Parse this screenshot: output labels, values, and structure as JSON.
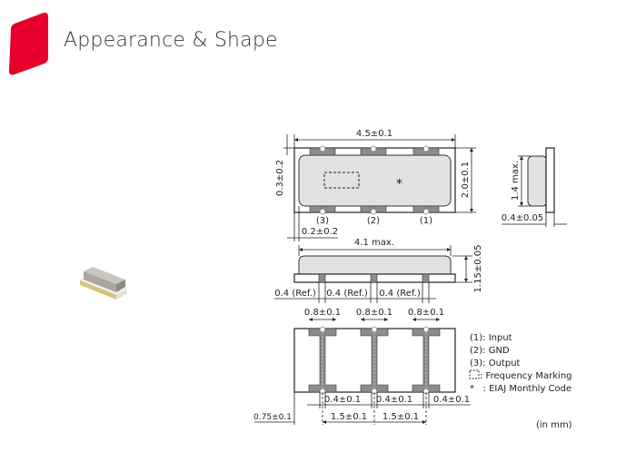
{
  "header": {
    "title": "Appearance & Shape",
    "logo_color": "#e8002d"
  },
  "dimensions": {
    "length": "4.5±0.1",
    "width": "2.0±0.1",
    "pad_offset": "0.3±0.2",
    "edge_offset": "0.2±0.2",
    "height_max": "1.4 max.",
    "side_thickness": "0.4±0.05",
    "body_length": "4.1 max.",
    "total_height": "1.15±0.05",
    "ref": [
      "0.4 (Ref.)",
      "0.4 (Ref.)",
      "0.4 (Ref.)"
    ],
    "pad_width": [
      "0.8±0.1",
      "0.8±0.1",
      "0.8±0.1"
    ],
    "strip_gap": [
      "0.4±0.1",
      "0.4±0.1",
      "0.4±0.1"
    ],
    "edge_to_pin": "0.75±0.1",
    "pitch": [
      "1.5±0.1",
      "1.5±0.1"
    ],
    "marker": "*"
  },
  "pins": [
    "(3)",
    "(2)",
    "(1)"
  ],
  "legend": [
    "(1): Input",
    "(2): GND",
    "(3): Output",
    ": Frequency Marking",
    "*   : EIAJ Monthly Code"
  ],
  "units": "(in mm)"
}
